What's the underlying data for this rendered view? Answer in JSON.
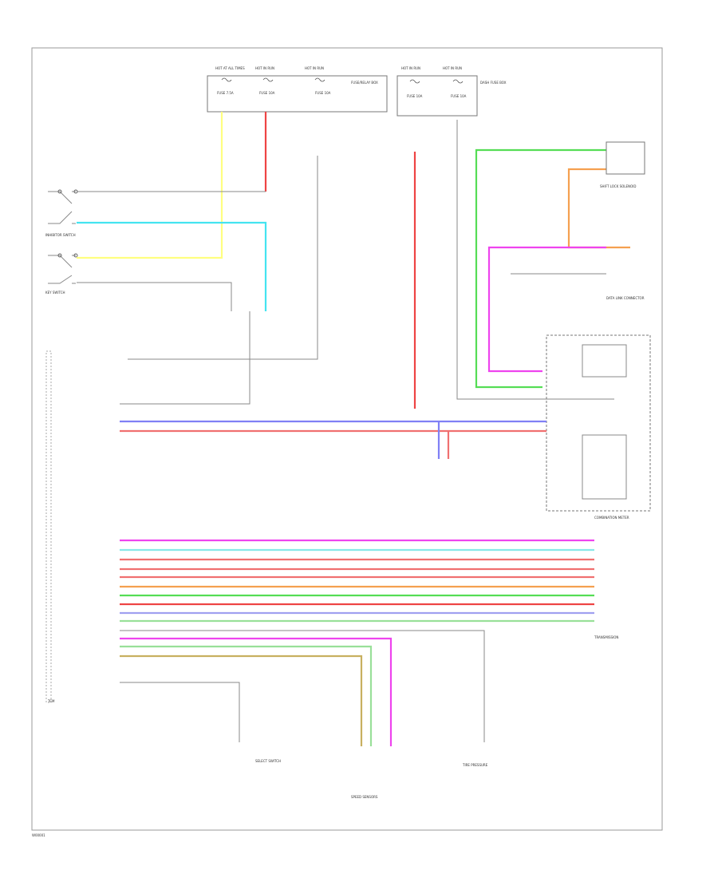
{
  "figure_code": "W00001",
  "fuse_block": {
    "fuses": [
      {
        "top_label": "HOT AT ALL TIMES",
        "fuse": "FUSE 7.5A"
      },
      {
        "top_label": "HOT IN RUN",
        "fuse": "FUSE 10A"
      },
      {
        "top_label": "HOT IN RUN",
        "fuse": "FUSE 10A"
      }
    ],
    "side_label": "FUSE/RELAY BOX"
  },
  "fuse_block_2": {
    "fuses": [
      {
        "top_label": "HOT IN RUN",
        "fuse": "FUSE 10A"
      },
      {
        "top_label": "HOT IN RUN",
        "fuse": "FUSE 10A"
      }
    ],
    "side_label": "DASH FUSE BOX"
  },
  "switches": [
    {
      "label": "INHIBITOR SWITCH"
    },
    {
      "label": "KEY SWITCH"
    }
  ],
  "wire_colors": {
    "yellow": "#ffff80",
    "red": "#ee4444",
    "cyan": "#44e4f0",
    "gray": "#888888",
    "light_gray": "#bbbbbb",
    "green": "#55dd55",
    "orange": "#f5a050",
    "magenta": "#ee44ee",
    "blue": "#8080f5",
    "pink": "#f07070",
    "light_green": "#99e099",
    "light_blue": "#a0a0f0",
    "light_cyan": "#88e8e8",
    "tan": "#c8b060"
  },
  "modules": {
    "shift_lock": "SHIFT LOCK SOLENOID",
    "data_link": "DATA LINK CONNECTOR",
    "combination_meter": "COMBINATION METER",
    "transmission": "TRANSMISSION",
    "bottom_control": "TCM",
    "switch_bottom": "SELECT SWITCH",
    "sensor_group": "SPEED SENSORS",
    "tire_pressure": "TIRE PRESSURE"
  }
}
